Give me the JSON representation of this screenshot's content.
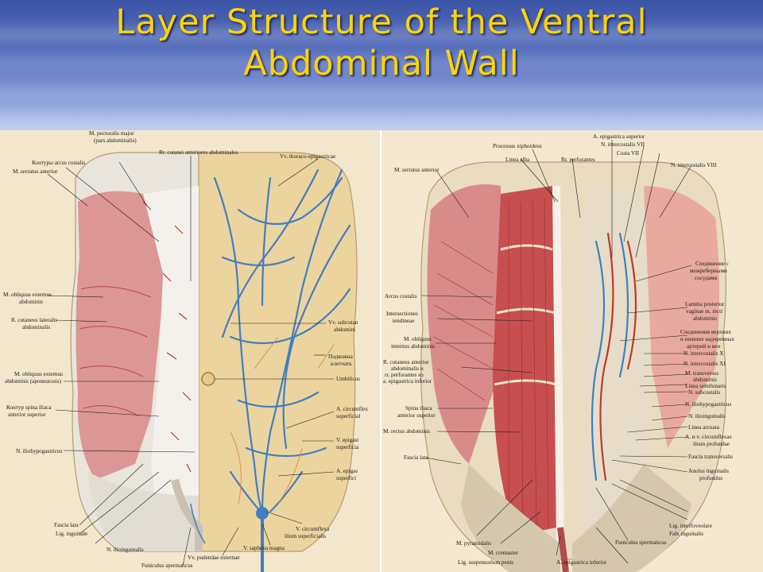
{
  "title": {
    "line1": "Layer Structure of the Ventral",
    "line2": "Abdominal Wall"
  },
  "left_panel": {
    "labels": [
      {
        "id": "pect",
        "text": "M. pectoralis major"
      },
      {
        "id": "pect2",
        "text": "(pars abdominalis)"
      },
      {
        "id": "kontury",
        "text": "Контуры arcus costalis"
      },
      {
        "id": "serr",
        "text": "M. serratus anterior"
      },
      {
        "id": "rrcut",
        "text": "Rr. cutanei anteriores abdominales"
      },
      {
        "id": "vvthor",
        "text": "Vv. thoraco-epigastricae"
      },
      {
        "id": "obl1",
        "text": "M. obliquus externus"
      },
      {
        "id": "obl1b",
        "text": "abdominis"
      },
      {
        "id": "rcut",
        "text": "R. cutaneus lateralis"
      },
      {
        "id": "rcutb",
        "text": "abdominalis"
      },
      {
        "id": "vvsub",
        "text": "Vv. subcutan"
      },
      {
        "id": "vvsubb",
        "text": "abdomini"
      },
      {
        "id": "podk",
        "text": "Подкожна"
      },
      {
        "id": "podkb",
        "text": "клетчатк"
      },
      {
        "id": "umb",
        "text": "Umbilicus"
      },
      {
        "id": "obl2",
        "text": "M. obliquus externus"
      },
      {
        "id": "obl2b",
        "text": "abdominis (aponeurosis)"
      },
      {
        "id": "kontur",
        "text": "Контур spina iliaca"
      },
      {
        "id": "konturb",
        "text": "anterior superior"
      },
      {
        "id": "acirc",
        "text": "A. circumflex"
      },
      {
        "id": "acircb",
        "text": "superficial"
      },
      {
        "id": "villi",
        "text": "N. iliohypogastricus"
      },
      {
        "id": "vepig",
        "text": "V. epigast"
      },
      {
        "id": "vepigb",
        "text": "superficia"
      },
      {
        "id": "aepig",
        "text": "A. epigas"
      },
      {
        "id": "aepigb",
        "text": "superfici"
      },
      {
        "id": "fascia",
        "text": "Fascia lata"
      },
      {
        "id": "lig",
        "text": "Lig. inguinale"
      },
      {
        "id": "nilio",
        "text": "N. ilioinguinalis"
      },
      {
        "id": "vcirc",
        "text": "V. circumflexa"
      },
      {
        "id": "vcircb",
        "text": "ilium superficialis"
      },
      {
        "id": "vsaph",
        "text": "V. saphena magna"
      },
      {
        "id": "vvpud",
        "text": "Vv. pudendae externae"
      },
      {
        "id": "funic",
        "text": "Funiculus spermaticus"
      }
    ]
  },
  "right_panel": {
    "labels": [
      {
        "id": "aepsup",
        "text": "A. epigastrica superior"
      },
      {
        "id": "proc",
        "text": "Processus xiphoideus"
      },
      {
        "id": "nint7",
        "text": "N. intercostalis VII"
      },
      {
        "id": "costa7",
        "text": "Costa VII"
      },
      {
        "id": "lalba",
        "text": "Linea alba"
      },
      {
        "id": "rrperf",
        "text": "Rr. perforantes"
      },
      {
        "id": "nint8",
        "text": "N. intercostalis VIII"
      },
      {
        "id": "serr",
        "text": "M. serratus anterior"
      },
      {
        "id": "soed",
        "text": "Соединение с"
      },
      {
        "id": "soedb",
        "text": "межреберными"
      },
      {
        "id": "soedc",
        "text": "сосудами"
      },
      {
        "id": "arcus",
        "text": "Arcus costalis"
      },
      {
        "id": "lamina",
        "text": "Lamina posterior"
      },
      {
        "id": "laminab",
        "text": "vaginae m. recti"
      },
      {
        "id": "laminac",
        "text": "abdominis"
      },
      {
        "id": "inters",
        "text": "Intersectiones"
      },
      {
        "id": "intersb",
        "text": "tendineae"
      },
      {
        "id": "soed2",
        "text": "Соединения верхних"
      },
      {
        "id": "soed2b",
        "text": "и нижних надчревных"
      },
      {
        "id": "soed2c",
        "text": "артерий и вен"
      },
      {
        "id": "mobl",
        "text": "M. obliquus"
      },
      {
        "id": "moblb",
        "text": "internus abdominis"
      },
      {
        "id": "nint10",
        "text": "N. intercostalis X"
      },
      {
        "id": "rcutant",
        "text": "R. cutaneus anterior"
      },
      {
        "id": "rcutantb",
        "text": "abdominalis и"
      },
      {
        "id": "rcutantc",
        "text": "rr. perforantes из"
      },
      {
        "id": "rcutantd",
        "text": "a. epigastrica inferior"
      },
      {
        "id": "nint11",
        "text": "N. intercostalis XI"
      },
      {
        "id": "mtrans",
        "text": "M. transversus"
      },
      {
        "id": "mtransb",
        "text": "abdominis"
      },
      {
        "id": "lsemi",
        "text": "Linea semilunaris"
      },
      {
        "id": "nsub",
        "text": "N. subcostalis"
      },
      {
        "id": "spina",
        "text": "Spina iliaca"
      },
      {
        "id": "spinab",
        "text": "anterior superior"
      },
      {
        "id": "nilhyp",
        "text": "N. iliohypogastricus"
      },
      {
        "id": "nilin",
        "text": "N. ilioinguinalis"
      },
      {
        "id": "mrect",
        "text": "M. rectus abdominis"
      },
      {
        "id": "larc",
        "text": "Linea arcuata"
      },
      {
        "id": "aand",
        "text": "A. и v. circumflexae"
      },
      {
        "id": "aandb",
        "text": "ilium profundae"
      },
      {
        "id": "flata",
        "text": "Fascia lata"
      },
      {
        "id": "ftrans",
        "text": "Fascia transversalis"
      },
      {
        "id": "anul",
        "text": "Anulus inguinalis"
      },
      {
        "id": "anulb",
        "text": "profundus"
      },
      {
        "id": "ligint",
        "text": "Lig. interfoveolare"
      },
      {
        "id": "falx",
        "text": "Falx inguinalis"
      },
      {
        "id": "mpyr",
        "text": "M. pyramidalis"
      },
      {
        "id": "funic",
        "text": "Funiculus spermaticus"
      },
      {
        "id": "mcrem",
        "text": "M. cremaster"
      },
      {
        "id": "ligsus",
        "text": "Lig. suspensorium penis"
      },
      {
        "id": "aepinf",
        "text": "A. epigastrica inferior"
      }
    ]
  },
  "colors": {
    "title": "#ffd400",
    "header_top": "#3c55a6",
    "skin": "#e8cf9c",
    "muscle": "#c85a5a",
    "fascia": "#e9e4dc",
    "vein": "#3f7fc0",
    "artery": "#c0392b"
  }
}
